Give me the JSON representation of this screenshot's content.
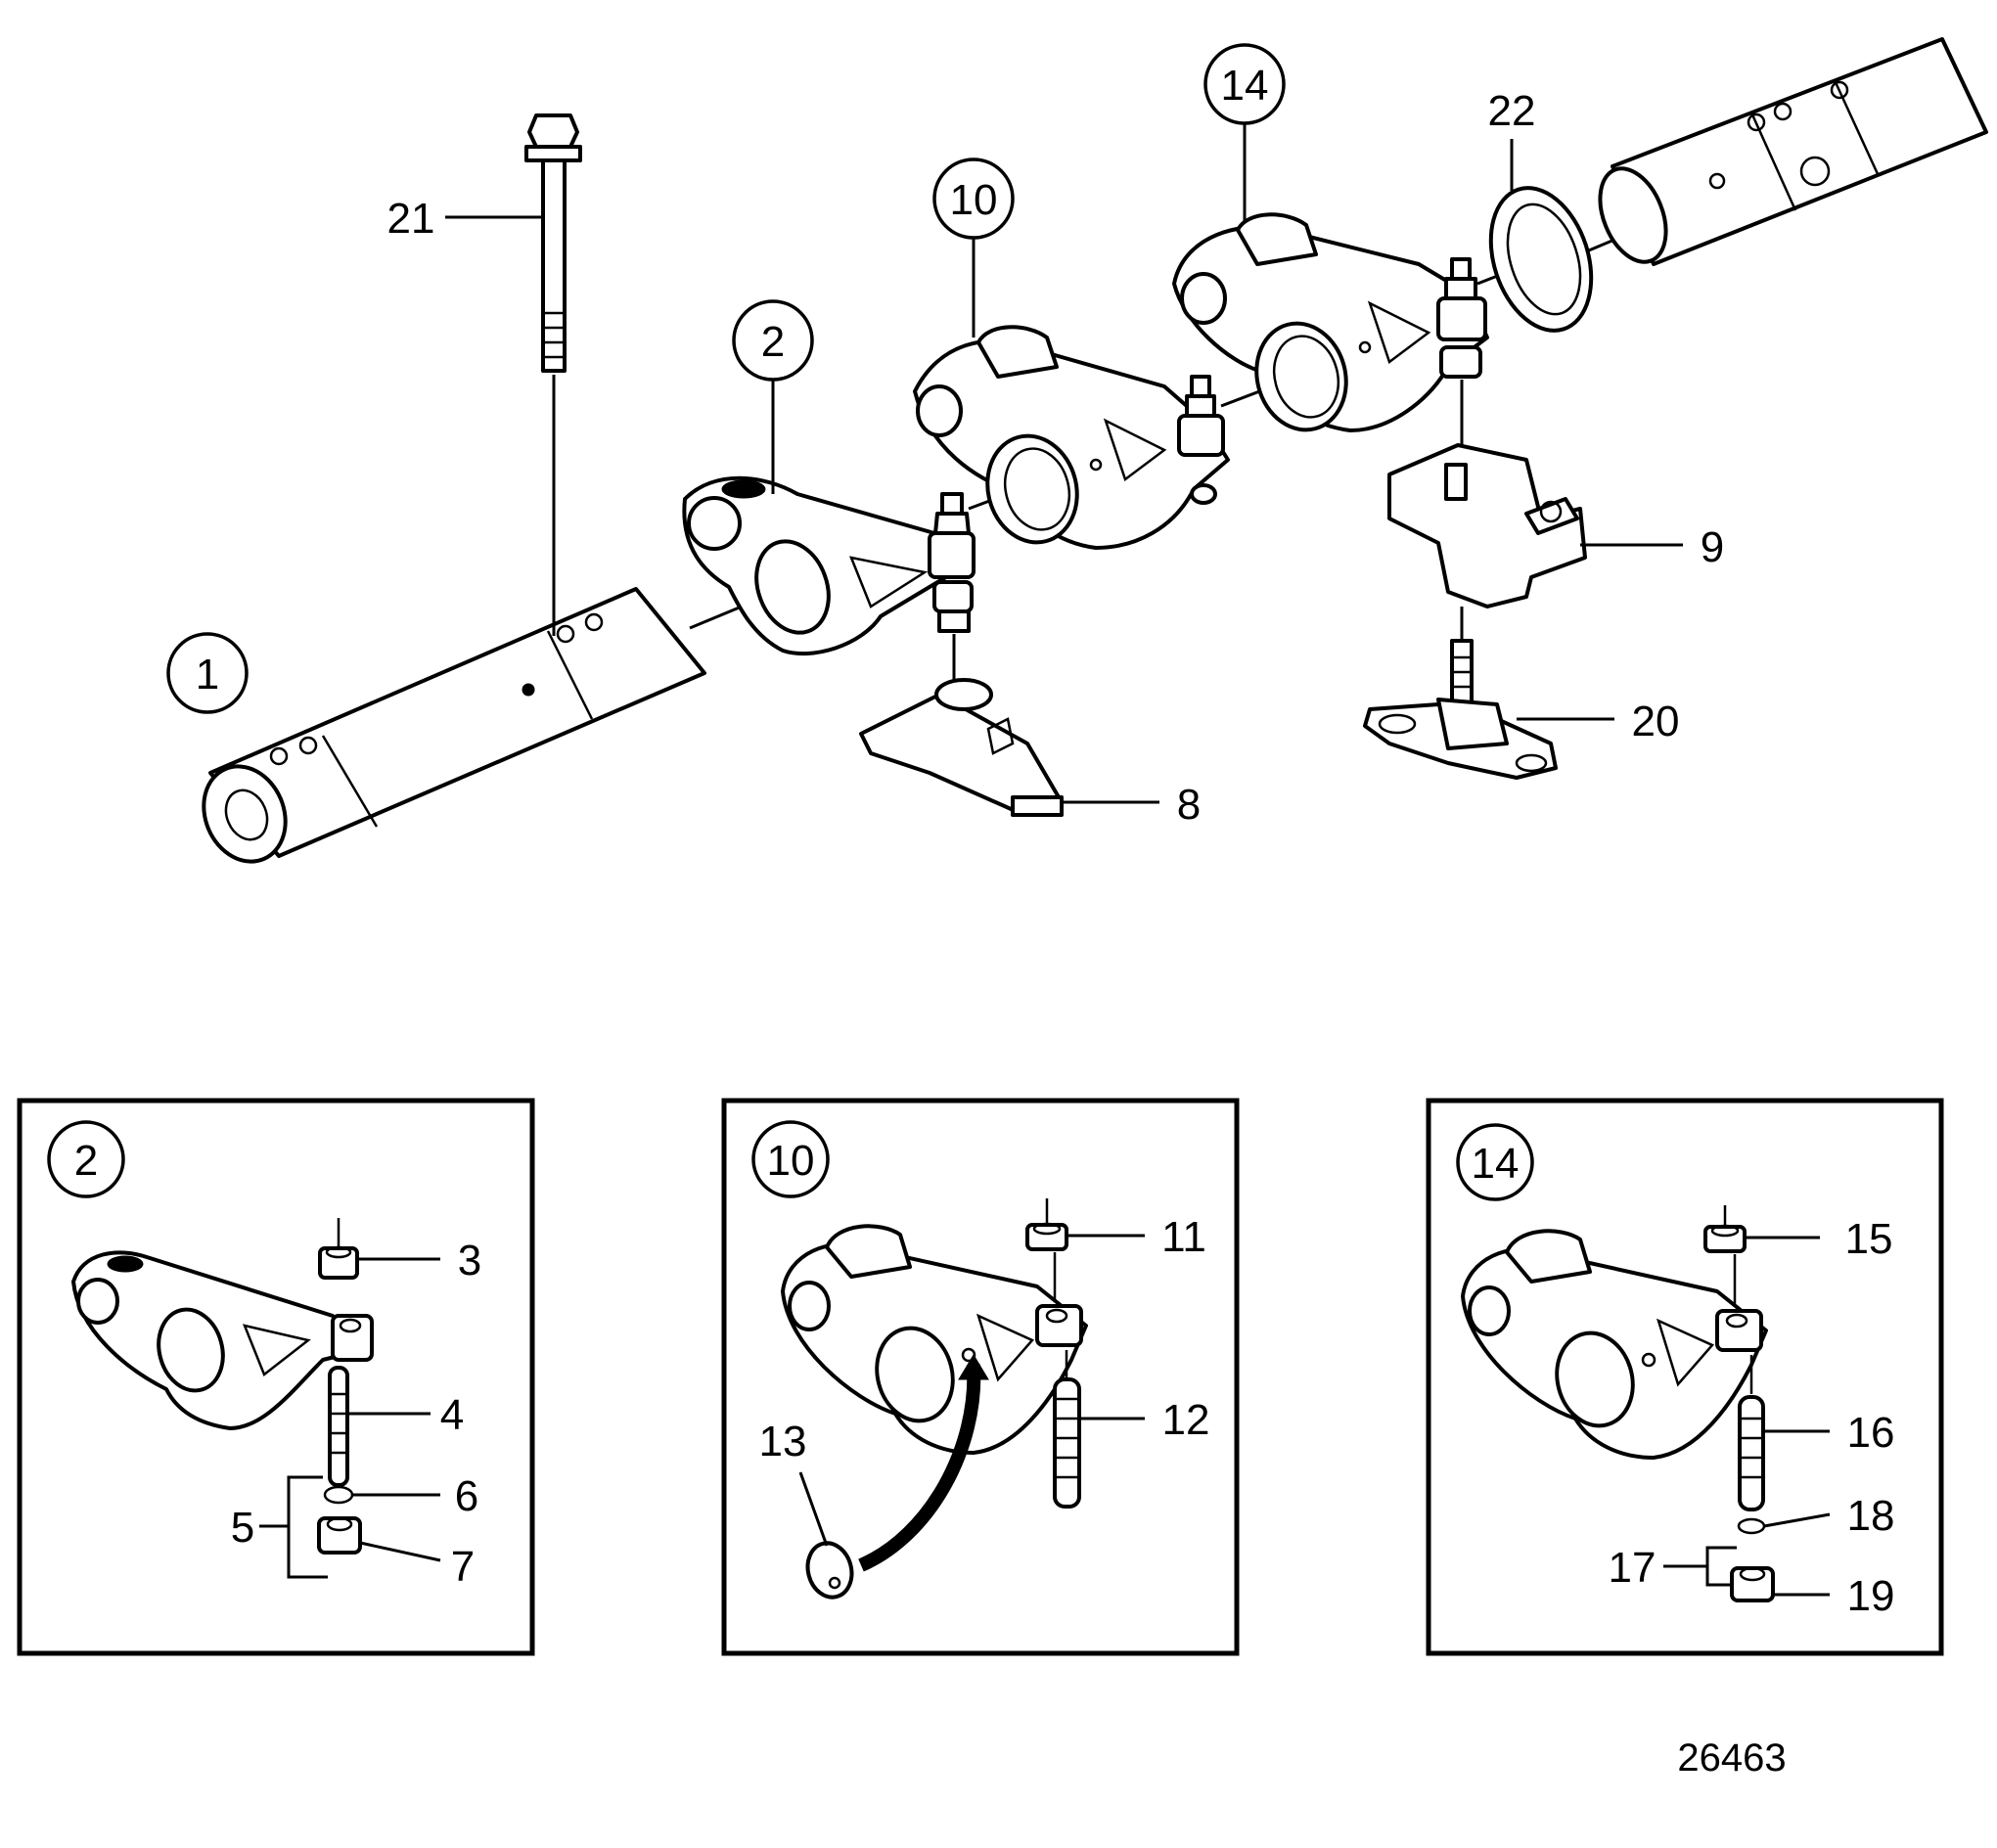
{
  "main_labels": {
    "p1": "1",
    "p2": "2",
    "p8": "8",
    "p9": "9",
    "p10": "10",
    "p14": "14",
    "p20": "20",
    "p21": "21",
    "p22": "22"
  },
  "inset_2": {
    "title": "2",
    "labels": {
      "p3": "3",
      "p4": "4",
      "p5": "5",
      "p6": "6",
      "p7": "7"
    }
  },
  "inset_10": {
    "title": "10",
    "labels": {
      "p11": "11",
      "p12": "12",
      "p13": "13"
    }
  },
  "inset_14": {
    "title": "14",
    "labels": {
      "p15": "15",
      "p16": "16",
      "p17": "17",
      "p18": "18",
      "p19": "19"
    }
  },
  "drawing_number": "26463"
}
